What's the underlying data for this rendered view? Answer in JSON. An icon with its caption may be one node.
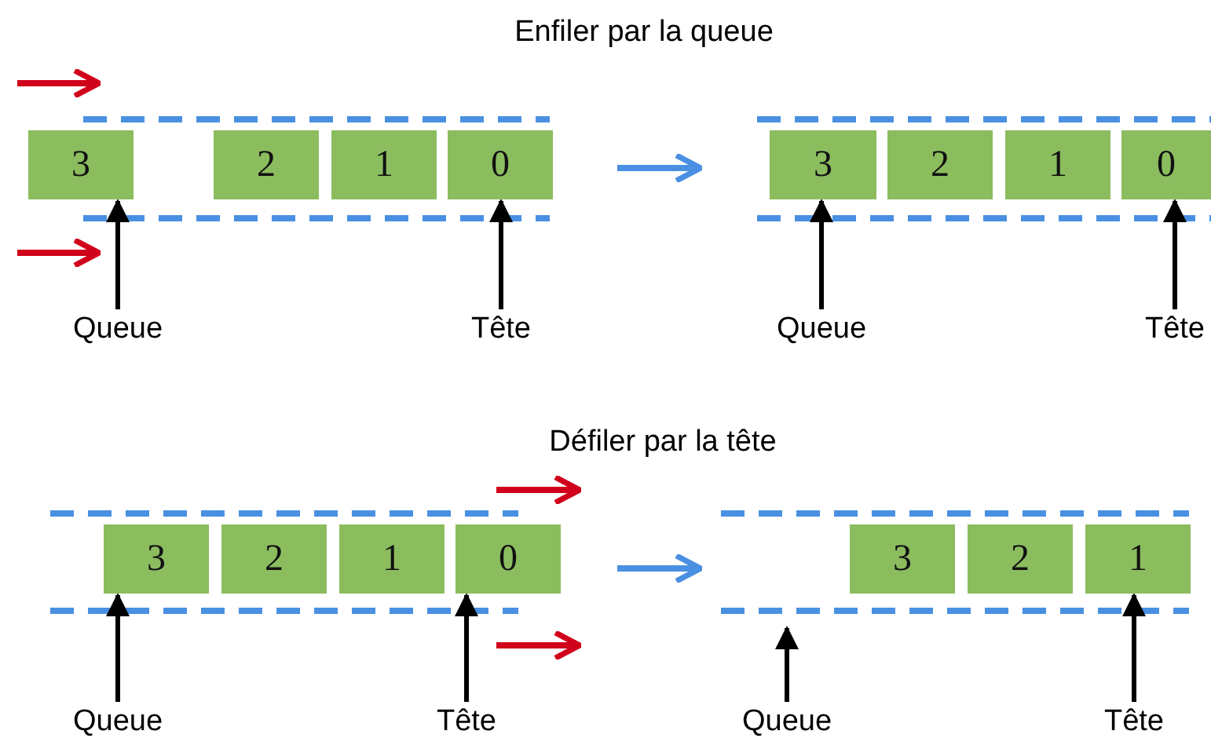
{
  "diagram": {
    "nodes": [
      {
        "text": [
          "3"
        ]
      },
      {
        "text": [
          "2"
        ]
      },
      {
        "text": [
          "1"
        ]
      },
      {
        "text": [
          "0"
        ]
      },
      {
        "text": [
          "Queue"
        ]
      },
      {
        "text": [
          "Tête"
        ]
      },
      {
        "text": [
          "3"
        ]
      },
      {
        "text": [
          "2"
        ]
      },
      {
        "text": [
          "1"
        ]
      },
      {
        "text": [
          "0"
        ]
      },
      {
        "text": [
          "Queue"
        ]
      },
      {
        "text": [
          "Tête"
        ]
      },
      {
        "text": [
          "3"
        ]
      },
      {
        "text": [
          "2"
        ]
      },
      {
        "text": [
          "1"
        ]
      },
      {
        "text": [
          "0"
        ]
      },
      {
        "text": [
          "Queue"
        ]
      },
      {
        "text": [
          "Tête"
        ]
      },
      {
        "text": [
          "3"
        ]
      },
      {
        "text": [
          "2"
        ]
      },
      {
        "text": [
          "1"
        ]
      },
      {
        "text": [
          "Queue"
        ]
      },
      {
        "text": [
          "Tête"
        ]
      }
    ],
    "edges": [
      {
        "from": 4,
        "to": 0,
        "arrow": "to"
      },
      {
        "from": 5,
        "to": 3,
        "arrow": "to"
      },
      {
        "from": 10,
        "to": 6,
        "arrow": "to"
      },
      {
        "from": 11,
        "to": 9,
        "arrow": "to"
      },
      {
        "from": 16,
        "to": 12,
        "arrow": "to"
      },
      {
        "from": 17,
        "to": 15,
        "arrow": "to"
      },
      {
        "from": 21,
        "to": null,
        "arrow": "to"
      },
      {
        "from": 22,
        "to": 20,
        "arrow": "to"
      }
    ],
    "labels": [
      "Enfiler par la queue",
      "Défiler par la tête"
    ]
  }
}
